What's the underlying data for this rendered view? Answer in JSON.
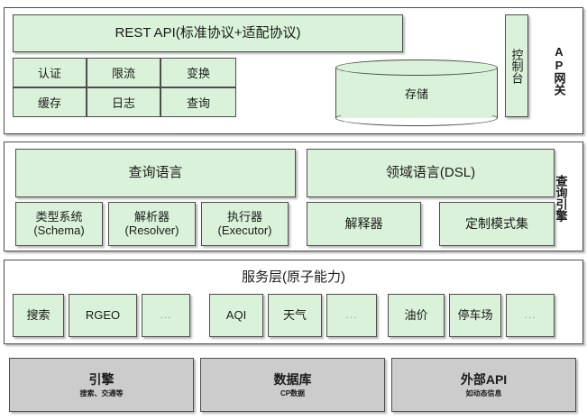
{
  "diagram": {
    "title": "API网关 / 查询引擎 / 服务层 架构图",
    "colors": {
      "green_fill": "#d9f2d9",
      "gray_fill": "#cccccc",
      "border": "#4d4d4d",
      "shell_fill": "#ffffff",
      "dots_text": "#9a9a9a"
    }
  },
  "gateway": {
    "side_label": "AP网关",
    "rest_api": "REST API(标准协议+适配协议)",
    "capabilities": [
      [
        "认证",
        "限流",
        "变换"
      ],
      [
        "缓存",
        "日志",
        "查询"
      ]
    ],
    "storage": "存储",
    "console": "控制台"
  },
  "query_engine": {
    "side_label": "查询引擎",
    "language_boxes": [
      {
        "label": "查询语言"
      },
      {
        "label": "领域语言(DSL)"
      }
    ],
    "components_left": [
      {
        "line1": "类型系统",
        "line2": "(Schema)"
      },
      {
        "line1": "解析器",
        "line2": "(Resolver)"
      },
      {
        "line1": "执行器",
        "line2": "(Executor)"
      }
    ],
    "components_right": [
      {
        "label": "解释器"
      },
      {
        "label": "定制模式集"
      }
    ]
  },
  "service_layer": {
    "title": "服务层(原子能力)",
    "groups": [
      {
        "items": [
          {
            "label": "搜索"
          },
          {
            "label": "RGEO"
          },
          {
            "label": "..."
          }
        ]
      },
      {
        "items": [
          {
            "label": "AQI"
          },
          {
            "label": "天气"
          },
          {
            "label": "..."
          }
        ]
      },
      {
        "items": [
          {
            "label": "油价"
          },
          {
            "label": "停车场"
          },
          {
            "label": "..."
          }
        ]
      }
    ]
  },
  "foundation": {
    "items": [
      {
        "title": "引擎",
        "subtitle": "搜索、交通等"
      },
      {
        "title": "数据库",
        "subtitle": "CP数据"
      },
      {
        "title": "外部API",
        "subtitle": "如动态信息"
      }
    ]
  }
}
